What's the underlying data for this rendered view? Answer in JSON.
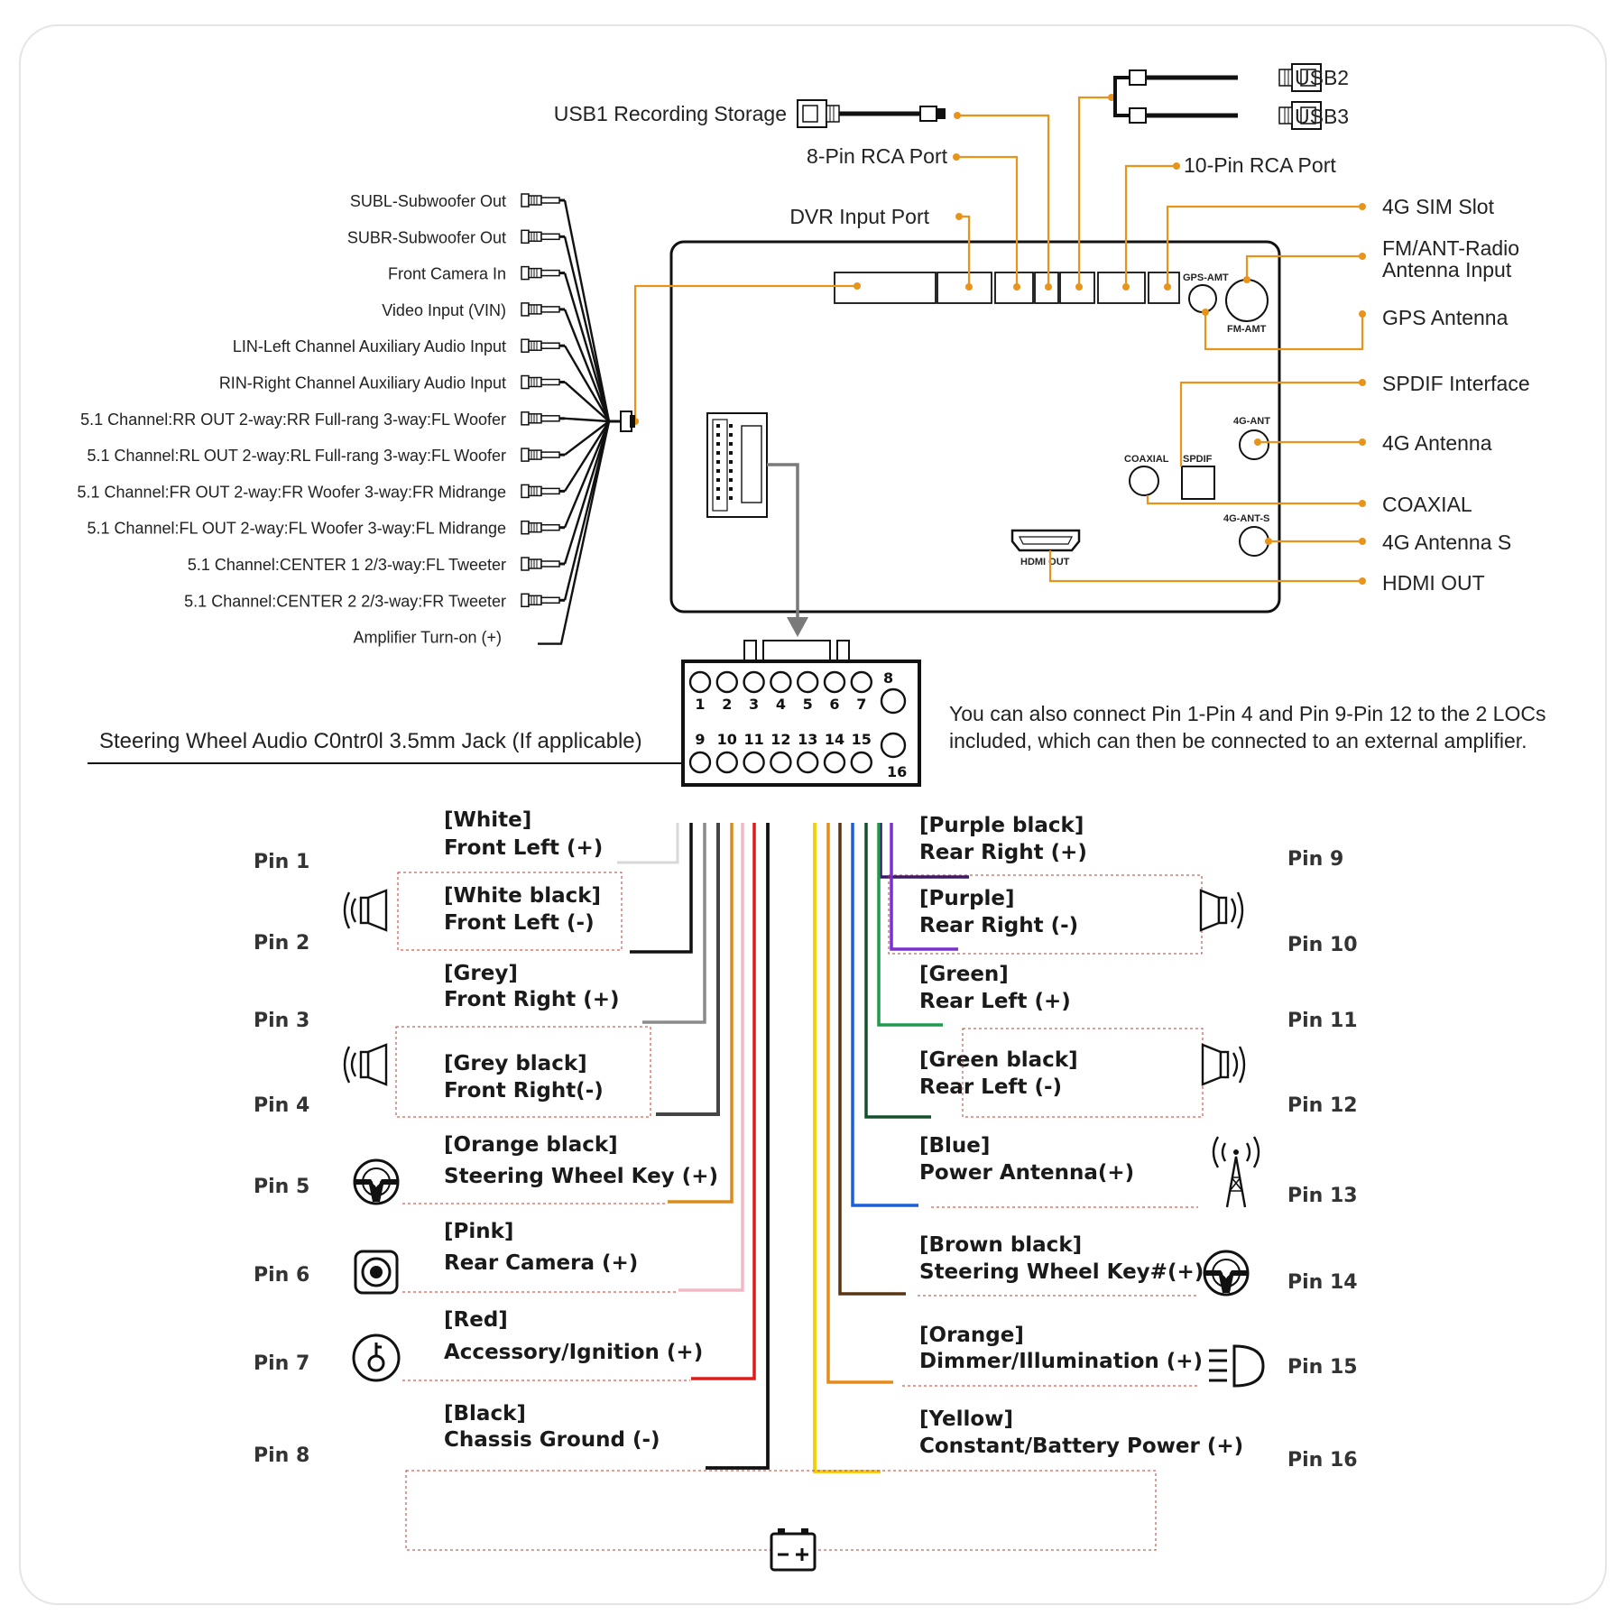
{
  "colors": {
    "accent": "#e8941a",
    "dash": "#c0392b"
  },
  "usb": {
    "usb1": "USB1 Recording Storage",
    "usb2": "USB2",
    "usb3": "USB3"
  },
  "ports_top": {
    "rca8": "8-Pin RCA Port",
    "rca10": "10-Pin RCA Port",
    "dvr": "DVR Input Port"
  },
  "ports_right": [
    {
      "label": "4G SIM Slot"
    },
    {
      "label": "FM/ANT-Radio",
      "label2": "Antenna Input"
    },
    {
      "label": "GPS Antenna"
    },
    {
      "label": "SPDIF Interface"
    },
    {
      "label": "4G Antenna"
    },
    {
      "label": "COAXIAL"
    },
    {
      "label": "4G Antenna S"
    },
    {
      "label": "HDMI OUT"
    }
  ],
  "panel_labels": {
    "gps": "GPS-AMT",
    "fm": "FM-AMT",
    "ant4g": "4G-ANT",
    "coaxial": "COAXIAL",
    "spdif": "SPDIF",
    "ant4gs": "4G-ANT-S",
    "hdmi": "HDMI OUT"
  },
  "rca_outputs": [
    "SUBL-Subwoofer Out",
    "SUBR-Subwoofer Out",
    "Front Camera In",
    "Video Input  (VIN)",
    "LIN-Left Channel Auxiliary Audio Input",
    "RIN-Right Channel Auxiliary Audio Input",
    "5.1 Channel:RR OUT 2-way:RR Full-rang 3-way:FL Woofer",
    "5.1 Channel:RL OUT 2-way:RL Full-rang 3-way:FL Woofer",
    "5.1 Channel:FR OUT 2-way:FR Woofer 3-way:FR Midrange",
    "5.1 Channel:FL OUT 2-way:FL Woofer 3-way:FL Midrange",
    "5.1 Channel:CENTER 1 2/3-way:FL Tweeter",
    "5.1 Channel:CENTER 2 2/3-way:FR Tweeter",
    "Amplifier Turn-on (+)"
  ],
  "steering_label": "Steering Wheel Audio C0ntr0l 3.5mm Jack (If applicable)",
  "note": {
    "line1": "You can also connect Pin 1-Pin 4 and Pin 9-Pin 12 to the 2 LOCs",
    "line2": "included, which can then be connected to an external amplifier."
  },
  "connector": {
    "top_row": [
      "1",
      "2",
      "3",
      "4",
      "5",
      "6",
      "7"
    ],
    "top_extra": "8",
    "bottom_row": [
      "9",
      "10",
      "11",
      "12",
      "13",
      "14",
      "15"
    ],
    "bottom_extra": "16"
  },
  "left_pins": [
    {
      "pin": "Pin 1",
      "color_name": "[White]",
      "func": "Front Left (+)",
      "wire": "#d8d8d8"
    },
    {
      "pin": "Pin 2",
      "color_name": "[White black]",
      "func": "Front Left (-)",
      "wire": "#111111"
    },
    {
      "pin": "Pin 3",
      "color_name": "[Grey]",
      "func": "Front Right (+)",
      "wire": "#8a8a8a"
    },
    {
      "pin": "Pin 4",
      "color_name": "[Grey black]",
      "func": "Front Right(-)",
      "wire": "#444444"
    },
    {
      "pin": "Pin 5",
      "color_name": "[Orange black]",
      "func": "Steering Wheel Key (+)",
      "wire": "#d98c1c"
    },
    {
      "pin": "Pin 6",
      "color_name": "[Pink]",
      "func": "Rear Camera (+)",
      "wire": "#f2b8c6"
    },
    {
      "pin": "Pin 7",
      "color_name": "[Red]",
      "func": "Accessory/Ignition (+)",
      "wire": "#e01a1a"
    },
    {
      "pin": "Pin 8",
      "color_name": "[Black]",
      "func": "Chassis Ground (-)",
      "wire": "#111111"
    }
  ],
  "right_pins": [
    {
      "pin": "Pin 9",
      "color_name": "[Purple black]",
      "func": "Rear Right (+)",
      "wire": "#3a1a6a"
    },
    {
      "pin": "Pin 10",
      "color_name": "[Purple]",
      "func": "Rear Right (-)",
      "wire": "#7b2fd1"
    },
    {
      "pin": "Pin 11",
      "color_name": "[Green]",
      "func": "Rear Left (+)",
      "wire": "#1f9a4a"
    },
    {
      "pin": "Pin 12",
      "color_name": "[Green black]",
      "func": "Rear Left (-)",
      "wire": "#14502a"
    },
    {
      "pin": "Pin 13",
      "color_name": "[Blue]",
      "func": "Power Antenna(+)",
      "wire": "#1a5fd9"
    },
    {
      "pin": "Pin 14",
      "color_name": "[Brown black]",
      "func": "Steering Wheel Key#(+)",
      "wire": "#5a3512"
    },
    {
      "pin": "Pin 15",
      "color_name": "[Orange]",
      "func": "Dimmer/Illumination (+)",
      "wire": "#e88a1a"
    },
    {
      "pin": "Pin 16",
      "color_name": "[Yellow]",
      "func": "Constant/Battery Power (+)",
      "wire": "#f1d000"
    }
  ]
}
